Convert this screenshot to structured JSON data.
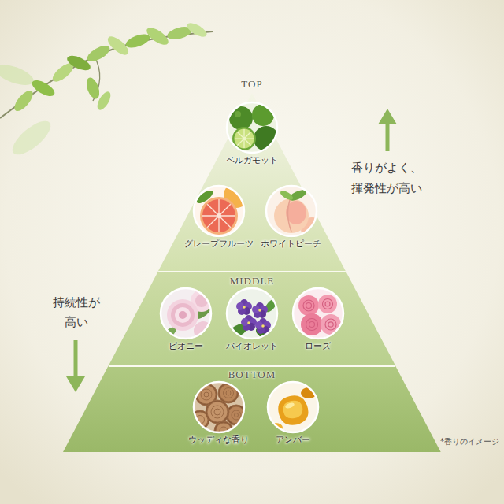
{
  "diagram": {
    "nodes": [
      {
        "text": [
          "TOP"
        ]
      },
      {
        "text": [
          "ベルガモット"
        ],
        "in": 0
      },
      {
        "text": [
          "グレープフルーツ"
        ],
        "in": 0
      },
      {
        "text": [
          "ホワイトピーチ"
        ],
        "in": 0
      },
      {
        "text": [
          "MIDDLE"
        ]
      },
      {
        "text": [
          "ピオニー"
        ],
        "in": 4
      },
      {
        "text": [
          "バイオレット"
        ],
        "in": 4
      },
      {
        "text": [
          "ローズ"
        ],
        "in": 4
      },
      {
        "text": [
          "BOTTOM"
        ]
      },
      {
        "text": [
          "ウッディな香り"
        ],
        "in": 8
      },
      {
        "text": [
          "アンバー"
        ],
        "in": 8
      }
    ],
    "labels": [
      "香りがよく、 揮発性が高い",
      "持続性が 高い",
      "*香りのイメージ"
    ]
  }
}
